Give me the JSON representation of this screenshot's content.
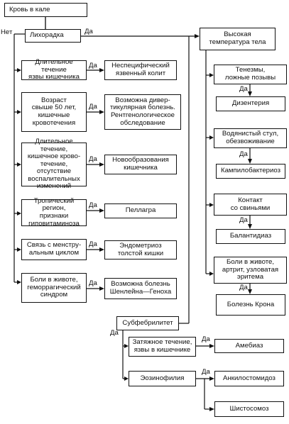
{
  "nodes": {
    "blood_in_stool": "Кровь в кале",
    "fever": "Лихорадка",
    "high_temp": "Высокая\nтемпература тела",
    "long_course_ulcers": "Длительное течение\nязвы кишечника",
    "nonspecific_colitis": "Неспецифический\nязвенный колит",
    "age_over_50": "Возраст\nсвыше 50 лет,\nкишечные\nкровотечения",
    "diverticular": "Возможна дивер-\nтикулярная болезнь.\nРентгенологическое\nобследование",
    "long_course_no_inflam": "Длительное течение,\nкишечное крово-\nтечение, отсутствие\nвоспалительных\nизменений",
    "neoplasm": "Новообразования\nкишечника",
    "tropical": "Тропический регион,\nпризнаки\nгиповитаминоза",
    "pellagra": "Пеллагра",
    "menstrual": "Связь с менстру-\nальным циклом",
    "endometriosis": "Эндометриоз\nтолстой кишки",
    "abdominal_pain": "Боли в животе,\nгеморрагический\nсиндром",
    "schonlein": "Возможна болезнь\nШенлейна—Геноха",
    "tenesmus": "Тенезмы,\nложные позывы",
    "dysentery": "Дизентерия",
    "watery_stool": "Водянистый стул,\nобезвоживание",
    "campylobacter": "Кампилобактериоз",
    "pigs": "Контакт\nсо свиньями",
    "balantidiasis": "Балантидиаз",
    "pain_arthritis": "Боли в животе,\nартрит, узловатая\nэритема",
    "crohn": "Болезнь Крона",
    "subfebrile": "Субфебрилитет",
    "long_course_ulcers2": "Затяжное течение,\nязвы в кишечнике",
    "amebiasis": "Амебиаз",
    "eosinophilia": "Эозинофилия",
    "ancylostomiasis": "Анкилостомидоз",
    "schistosomiasis": "Шистосомоз"
  },
  "labels": {
    "no": "Нет",
    "yes": "Да"
  }
}
